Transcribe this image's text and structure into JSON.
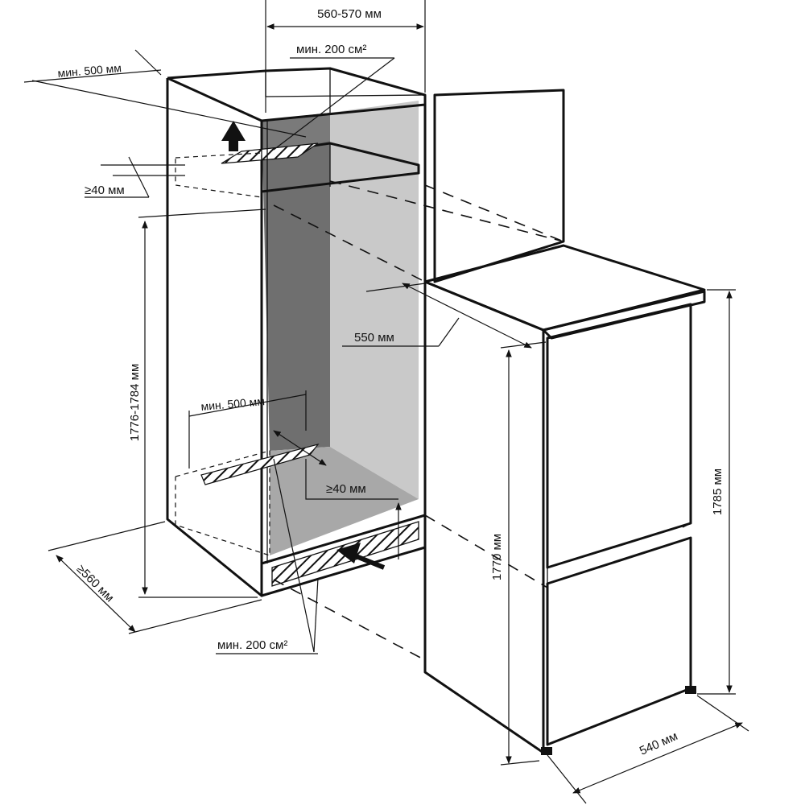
{
  "labels": {
    "niche_width": "560-570 мм",
    "top_vent_area": "мин. 200 см²",
    "top_depth": "мин. 500 мм",
    "top_gap": "≥40 мм",
    "niche_height": "1776-1784 мм",
    "inner_depth": "мин. 500 мм",
    "bottom_gap": "≥40 мм",
    "niche_depth": "≥560 мм",
    "bottom_vent_area": "мин. 200 см²",
    "fridge_depth_offset": "550 мм",
    "fridge_height_body": "1770 мм",
    "fridge_height_total": "1785 мм",
    "fridge_depth": "540 мм"
  },
  "colors": {
    "line": "#111111",
    "wall_dark": "#6f6f6f",
    "wall_mid": "#9a9a9a",
    "wall_light": "#c9c9c9",
    "background": "#ffffff"
  },
  "icons": {
    "airflow_up": "arrow-up-icon",
    "airflow_in": "arrow-diagonal-icon"
  }
}
